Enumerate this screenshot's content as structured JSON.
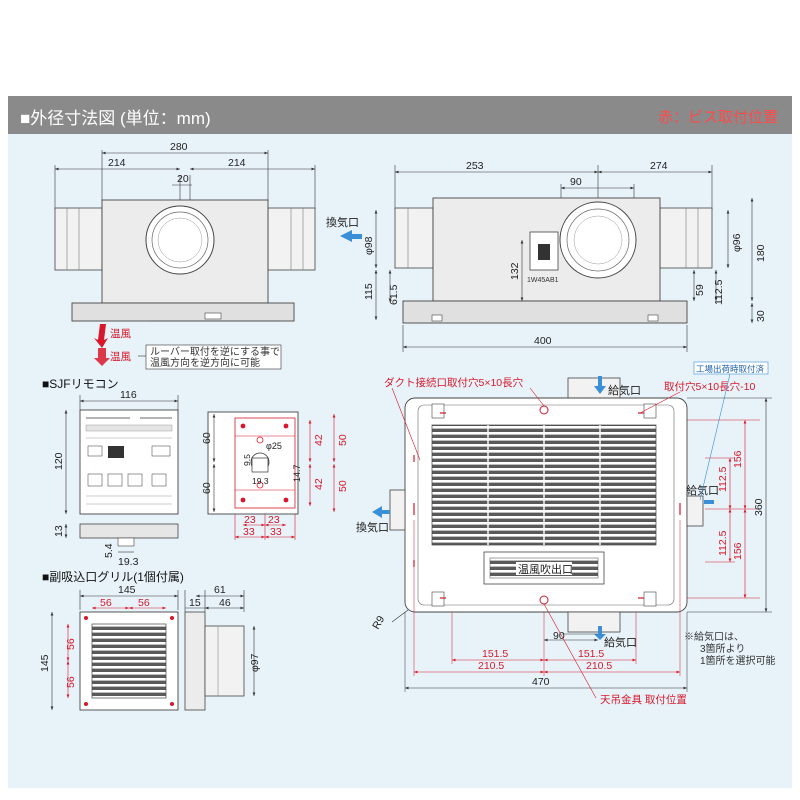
{
  "header": {
    "title": "■外径寸法図 (単位：mm)",
    "note": "赤：ビス取付位置"
  },
  "labels": {
    "kanki_left": "換気口",
    "kanki_bottom": "換気口",
    "kyuki_top": "給気口",
    "kyuki_right": "給気口",
    "kyuki_bottom": "給気口",
    "onpuu_1": "温風",
    "onpuu_2": "温風",
    "louver_note_1": "ルーバー取付を逆にする事で",
    "louver_note_2": "温風方向を逆方向に可能",
    "remote_section": "■SJFリモコン",
    "grille_section": "■副吸込口グリル(1個付属)",
    "duct_note": "ダクト接続口取付穴5×10長穴",
    "fixing_hole_note": "取付穴5×10長穴-10",
    "factory_note": "工場出荷時取付済",
    "outlet_label": "温風吹出口",
    "hanger_note": "天吊金具 取付位置",
    "kyuki_note_1": "※給気口は、",
    "kyuki_note_2": "3箇所より",
    "kyuki_note_3": "1箇所を選択可能",
    "unit_badge": "1W45AB1"
  },
  "dims": {
    "front_280": "280",
    "front_214a": "214",
    "front_214b": "214",
    "front_20": "20",
    "side_253": "253",
    "side_90": "90",
    "side_274": "274",
    "side_phi98": "φ98",
    "side_115": "115",
    "side_61_5": "61.5",
    "side_132": "132",
    "side_phi96": "φ96",
    "side_180": "180",
    "side_59": "59",
    "side_112_5": "112.5",
    "side_30": "30",
    "side_400": "400",
    "rc_116": "116",
    "rc_120": "120",
    "rc_13": "13",
    "rc_5_4": "5.4",
    "rc_19_3": "19.3",
    "mt_60a": "60",
    "mt_60b": "60",
    "mt_phi25": "φ25",
    "mt_9_5": "9.5",
    "mt_14_7": "14.7",
    "mt_19_3": "19.3",
    "mt_42a": "42",
    "mt_42b": "42",
    "mt_50a": "50",
    "mt_50b": "50",
    "mt_23a": "23",
    "mt_23b": "23",
    "mt_33a": "33",
    "mt_33b": "33",
    "gr_145a": "145",
    "gr_56a": "56",
    "gr_56b": "56",
    "gr_56c": "56",
    "gr_56d": "56",
    "gr_145b": "145",
    "gr_15": "15",
    "gr_61": "61",
    "gr_46": "46",
    "gr_phi97": "φ97",
    "pl_112_5a": "112.5",
    "pl_156a": "156",
    "pl_112_5b": "112.5",
    "pl_156b": "156",
    "pl_360": "360",
    "pl_R9": "R9",
    "pl_90": "90",
    "pl_151_5a": "151.5",
    "pl_151_5b": "151.5",
    "pl_210_5a": "210.5",
    "pl_210_5b": "210.5",
    "pl_470": "470"
  },
  "colors": {
    "header_bg": "#8a8a8a",
    "panel_bg": "#e8f3f9",
    "screw_red": "#d8172a",
    "airflow_blue": "#3a8fd6"
  }
}
